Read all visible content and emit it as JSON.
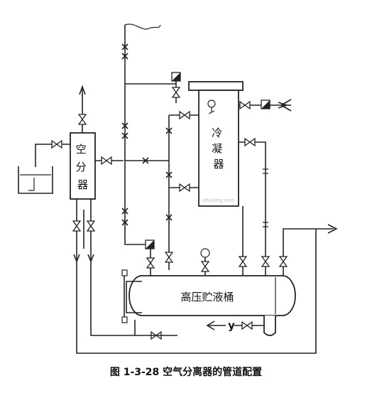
{
  "components": {
    "air_separator_label": "空分器",
    "condenser_label": "冷凝器",
    "receiver_label": "高压贮液桶",
    "return_marker": "y"
  },
  "caption": "图 1-3-28   空气分离器的管道配置",
  "watermark": "zhulong.com"
}
